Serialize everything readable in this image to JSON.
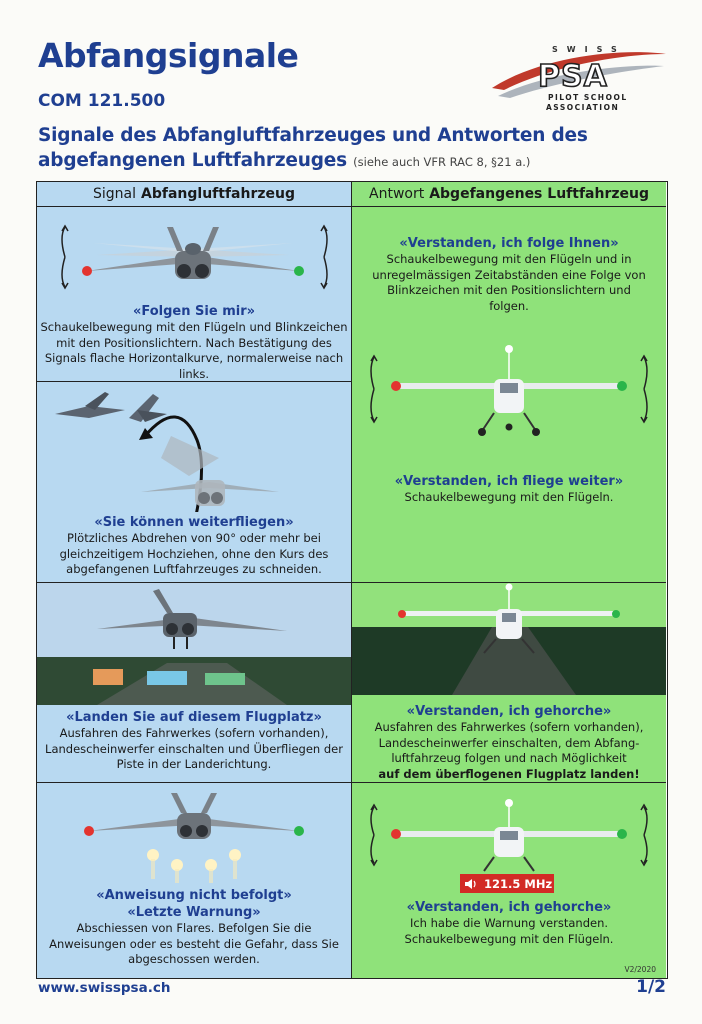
{
  "header": {
    "title": "Abfangsignale",
    "frequency": "COM 121.500",
    "subtitle": "Signale des Abfangluftfahrzeuges und Antworten des abgefangenen Luftfahrzeuges",
    "reference": "(siehe auch VFR RAC 8, §21 a.)"
  },
  "logo": {
    "top_text": "SWISS",
    "name": "PSA",
    "line1": "PILOT SCHOOL",
    "line2": "ASSOCIATION"
  },
  "columns": {
    "left_prefix": "Signal",
    "left_bold": "Abfangluftfahrzeug",
    "right_prefix": "Antwort",
    "right_bold": "Abgefangenes Luftfahrzeug"
  },
  "rows": [
    {
      "signal_title": "«Folgen Sie mir»",
      "signal_text": "Schaukelbewegung mit den Flügeln und Blinkzeichen mit den Positionslichtern. Nach Bestätigung des Signals flache Horizontalkurve, normalerweise nach links.",
      "answer_title": "«Verstanden, ich folge Ihnen»",
      "answer_text": "Schaukelbewegung mit den Flügeln und in unregelmässigen Zeitabständen eine Folge von Blinkzeichen mit den Positionslichtern und folgen."
    },
    {
      "signal_title": "«Sie können weiterfliegen»",
      "signal_text": "Plötzliches Abdrehen von 90° oder mehr bei gleichzeitigem Hochziehen, ohne den Kurs des abgefangenen Luftfahrzeuges zu schneiden.",
      "answer_title": "«Verstanden, ich fliege weiter»",
      "answer_text": "Schaukelbewegung mit den Flügeln."
    },
    {
      "signal_title": "«Landen Sie auf diesem Flugplatz»",
      "signal_text": "Ausfahren des Fahrwerkes (sofern vorhanden), Landescheinwerfer einschalten und Überfliegen der Piste in der Landerichtung.",
      "answer_title": "«Verstanden, ich gehorche»",
      "answer_text": "Ausfahren des Fahrwerkes (sofern vorhanden), Landescheinwerfer einschalten, dem Abfang-luftfahrzeug folgen und nach Möglichkeit",
      "answer_emphasis": "auf dem überflogenen Flugplatz landen!"
    },
    {
      "signal_title": "«Anweisung nicht befolgt»",
      "signal_title2": "«Letzte Warnung»",
      "signal_text": "Abschiessen von Flares. Befolgen Sie die Anweisungen oder es besteht die Gefahr, dass Sie abgeschossen werden.",
      "answer_badge": "121.5 MHz",
      "answer_title": "«Verstanden, ich gehorche»",
      "answer_text": "Ich habe die Warnung verstanden. Schaukelbewegung mit den Flügeln."
    }
  ],
  "version": "V2/2020",
  "footer": {
    "url": "www.swisspsa.ch",
    "page": "1/2"
  },
  "colors": {
    "brand_blue": "#1f3f91",
    "signal_bg": "#b8d9f1",
    "answer_bg": "#8fe27a",
    "badge_red": "#d22b26"
  }
}
